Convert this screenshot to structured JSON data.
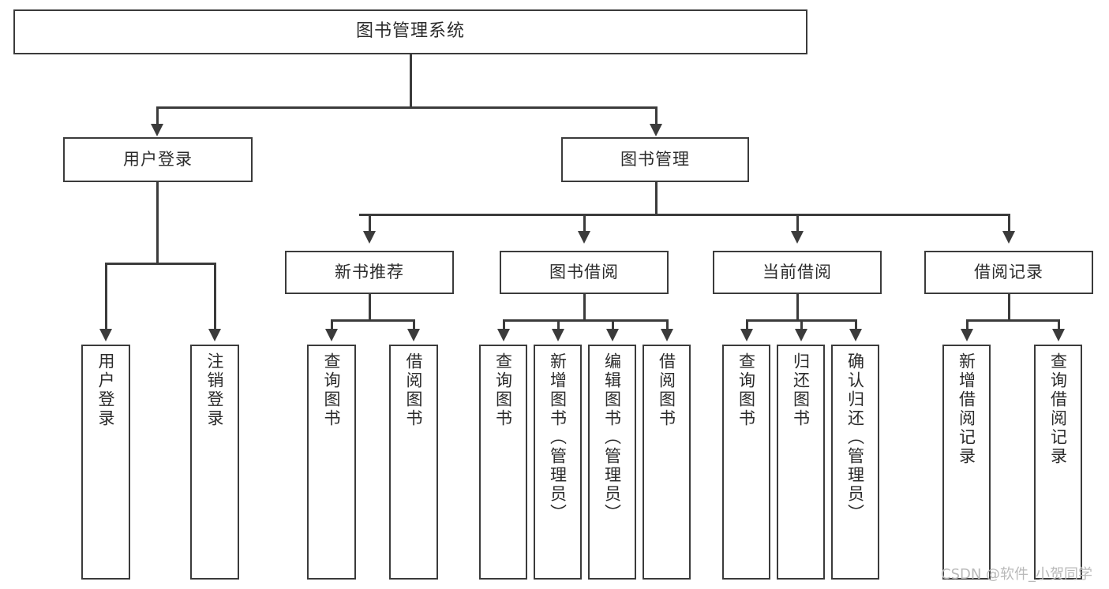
{
  "diagram": {
    "title": "图书管理系统",
    "watermark": "CSDN @软件_小贺同学",
    "colors": {
      "line": "#3b3b3b",
      "box_fill": "#ffffff",
      "text": "#2b2b2b",
      "watermark": "#b9b9b9"
    },
    "nodes": {
      "root": "图书管理系统",
      "level2": [
        "用户登录",
        "图书管理"
      ],
      "level3": [
        "新书推荐",
        "图书借阅",
        "当前借阅",
        "借阅记录"
      ],
      "leaves": {
        "user_login": [
          "用户登录",
          "注销登录"
        ],
        "new_book_recommend": [
          "查询图书",
          "借阅图书"
        ],
        "book_borrow": [
          "查询图书",
          "新增图书（管理员）",
          "编辑图书（管理员）",
          "借阅图书"
        ],
        "current_borrow": [
          "查询图书",
          "归还图书",
          "确认归还（管理员）"
        ],
        "borrow_record": [
          "新增借阅记录",
          "查询借阅记录"
        ]
      }
    }
  }
}
